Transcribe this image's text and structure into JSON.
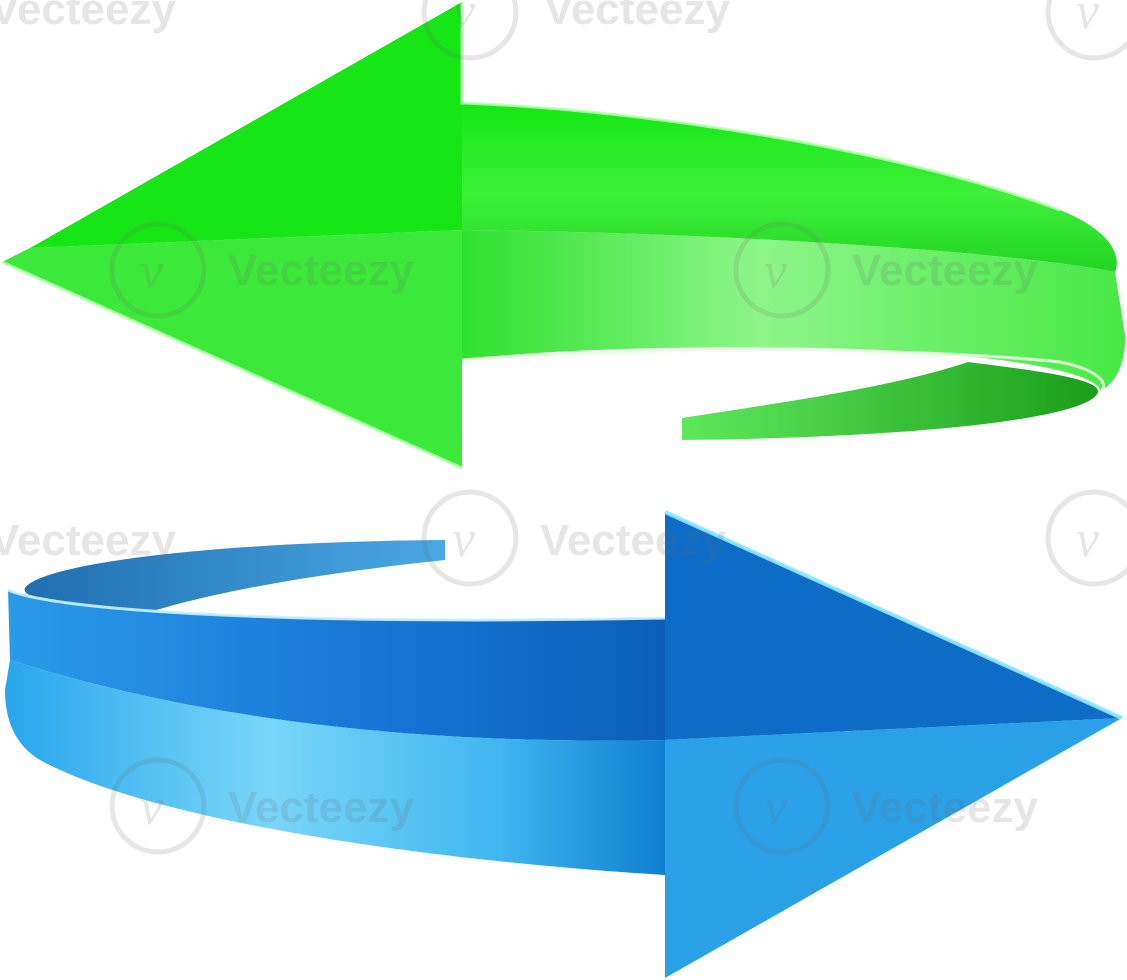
{
  "image": {
    "subject": "Two 3D curved arrows forming a circular exchange/refresh symbol",
    "background": "#ffffff"
  },
  "arrows": {
    "top": {
      "name": "green-arrow",
      "direction": "left",
      "color_light": "#8ef58a",
      "color_main": "#22e022",
      "color_dark": "#119911"
    },
    "bottom": {
      "name": "blue-arrow",
      "direction": "right",
      "color_light": "#7ad6f8",
      "color_main": "#1a8ee0",
      "color_dark": "#0b5fb0"
    }
  },
  "watermark": {
    "text": "Vecteezy",
    "logo_letter": "v"
  }
}
